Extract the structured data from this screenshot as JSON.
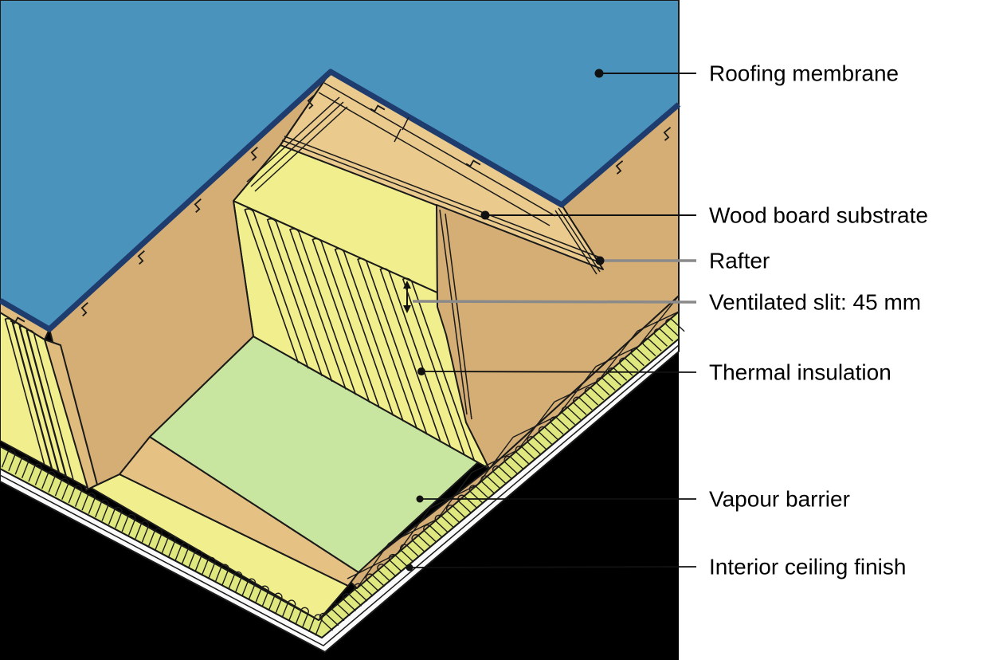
{
  "diagram": {
    "type": "roof-construction-cutaway",
    "labels": [
      {
        "id": "roofing-membrane",
        "text": "Roofing membrane"
      },
      {
        "id": "wood-board-substrate",
        "text": "Wood board substrate"
      },
      {
        "id": "rafter",
        "text": "Rafter"
      },
      {
        "id": "ventilated-slit",
        "text": "Ventilated slit: 45 mm"
      },
      {
        "id": "thermal-insulation",
        "text": "Thermal insulation"
      },
      {
        "id": "vapour-barrier",
        "text": "Vapour barrier"
      },
      {
        "id": "interior-ceiling-finish",
        "text": "Interior ceiling finish"
      }
    ],
    "dimension_note": "45 mm",
    "colors": {
      "membrane_blue": "#4a93bd",
      "membrane_edge": "#1e3c6e",
      "board_tan": "#eaca8d",
      "rafter_tan": "#d4ae74",
      "clip_tan": "#e0bb7e",
      "insulation_yellow": "#f1ee8d",
      "edge_insulation": "#dfe87e",
      "vapour_green": "#c8e69f",
      "batten_tan": "#e5c284",
      "ceiling_white": "#fafafa",
      "void_black": "#000000",
      "outline": "#1a1a1a",
      "leader_dark": "#111111",
      "leader_gray": "#8a8a8a",
      "background": "#ffffff"
    }
  }
}
